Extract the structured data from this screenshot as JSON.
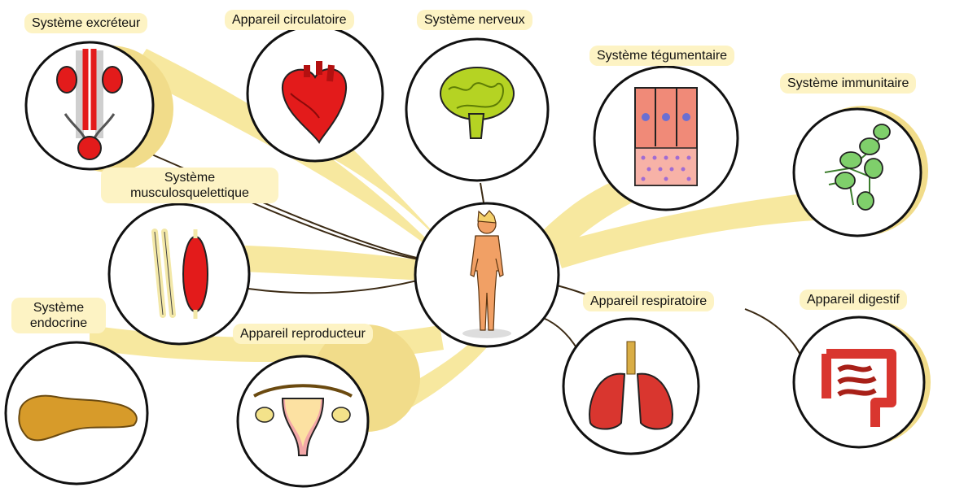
{
  "labels": {
    "excretory": "Système excréteur",
    "circulatory": "Appareil circulatoire",
    "nervous": "Système nerveux",
    "integumentary": "Système tégumentaire",
    "immune": "Système immunitaire",
    "musculoskeletal_1": "Système",
    "musculoskeletal_2": "musculosquelettique",
    "endocrine_1": "Système",
    "endocrine_2": "endocrine",
    "reproductive": "Appareil reproducteur",
    "respiratory": "Appareil respiratoire",
    "digestive": "Appareil digestif"
  },
  "icons": {
    "center": "human-body-icon",
    "excretory": "kidneys-bladder-icon",
    "circulatory": "heart-icon",
    "nervous": "brain-icon",
    "integumentary": "skin-cells-icon",
    "immune": "lymph-nodes-icon",
    "musculoskeletal": "bone-muscle-icon",
    "endocrine": "pancreas-icon",
    "reproductive": "uterus-icon",
    "respiratory": "lungs-icon",
    "digestive": "intestines-icon"
  },
  "colors": {
    "connector": "#f7e79a",
    "line": "#3b2a14",
    "label_bg": "#fdf3c4",
    "circle_stroke": "#111111"
  }
}
